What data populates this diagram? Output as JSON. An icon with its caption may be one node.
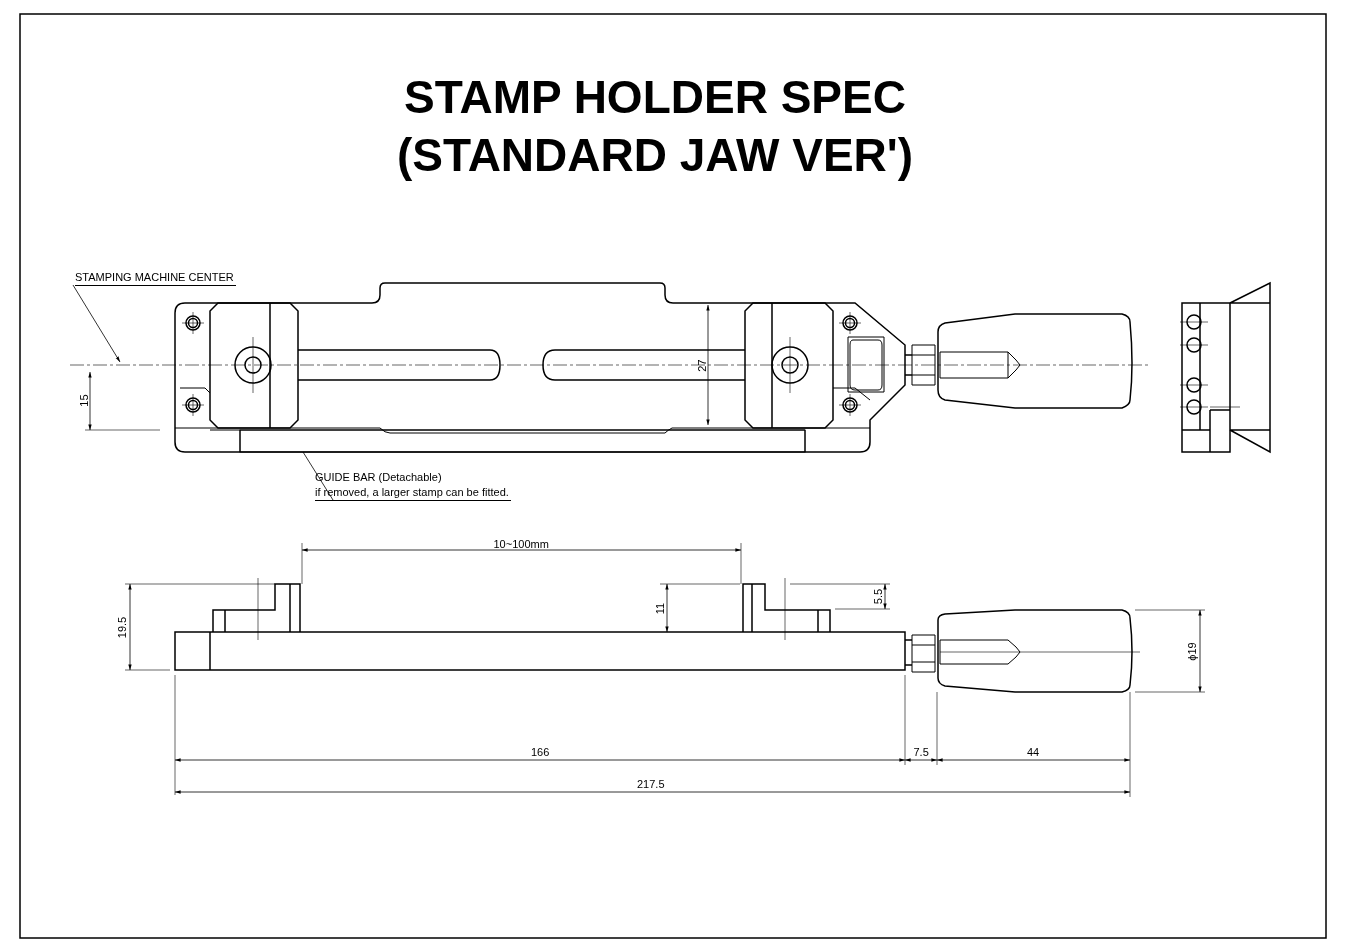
{
  "diagram": {
    "title": "STAMP HOLDER SPEC (STANDARD JAW VER')",
    "nodes": [
      {
        "text": [
          "STAMPING MACHINE CENTER"
        ]
      },
      {
        "text": [
          "GUIDE BAR (Detachable)",
          "if removed, a larger stamp can be fitted."
        ]
      },
      {
        "text": [],
        "shape": "bar"
      },
      {
        "text": [],
        "shape": "line"
      }
    ],
    "edges": [
      {
        "from": 0,
        "to": 3,
        "arrow": "to"
      },
      {
        "from": 1,
        "to": 2,
        "arrow": "none"
      }
    ],
    "labels": [
      "15",
      "27",
      "10~100mm",
      "19.5",
      "11",
      "5.5",
      "ϕ19",
      "166",
      "7.5",
      "44",
      "217.5"
    ]
  }
}
